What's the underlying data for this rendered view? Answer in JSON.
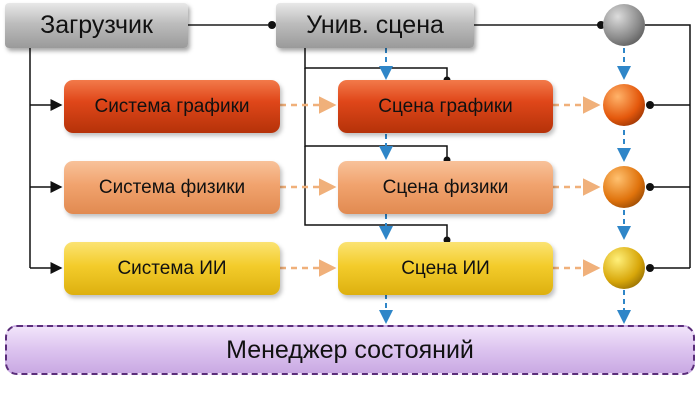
{
  "loader": {
    "label": "Загрузчик"
  },
  "universal_scene": {
    "label": "Унив. сцена"
  },
  "systems": [
    {
      "label": "Система графики"
    },
    {
      "label": "Система физики"
    },
    {
      "label": "Система ИИ"
    }
  ],
  "scenes": [
    {
      "label": "Сцена  графики"
    },
    {
      "label": "Сцена  физики"
    },
    {
      "label": "Сцена  ИИ"
    }
  ],
  "state_manager": {
    "label": "Менеджер состояний"
  },
  "colors": {
    "graphics": "#e0471a",
    "physics": "#f1a36e",
    "ai": "#f3cc2b",
    "neutral": "#bdbdbd",
    "manager": "#dcc3ef",
    "arrow_blue": "#2f86c8",
    "arrow_orange": "#f0b07a"
  }
}
